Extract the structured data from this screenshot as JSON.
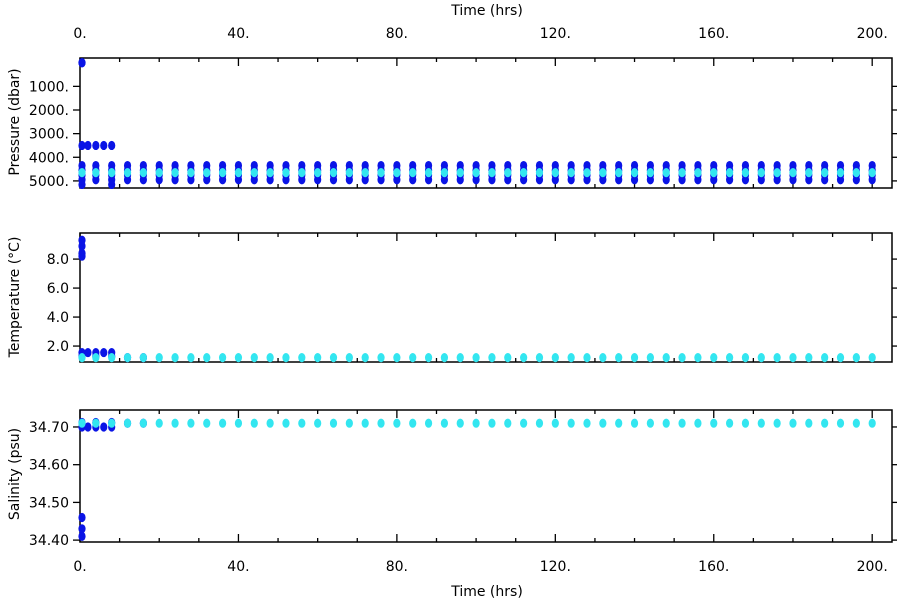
{
  "figure": {
    "top_axis_label": "Time (hrs)",
    "bottom_axis_label": "Time (hrs)"
  },
  "colors": {
    "dark_series": "#0a14e6",
    "light_series": "#33e6f0",
    "axes": "#000000",
    "background": "#ffffff"
  },
  "chart_data": [
    {
      "type": "scatter",
      "panel": "pressure",
      "title": "",
      "xlabel": "Time (hrs)",
      "ylabel": "Pressure (dbar)",
      "xlim": [
        0,
        205
      ],
      "xticks": [
        0,
        40,
        80,
        120,
        160,
        200
      ],
      "xtick_labels": [
        "0.",
        "40.",
        "80.",
        "120.",
        "160.",
        "200."
      ],
      "ylim": [
        5300,
        -200
      ],
      "y_inverted": true,
      "yticks": [
        1000,
        2000,
        3000,
        4000,
        5000
      ],
      "ytick_labels": [
        "1000.",
        "2000.",
        "3000.",
        "4000.",
        "5000."
      ],
      "grid": false,
      "series": [
        {
          "color": "dark",
          "points": [
            {
              "x": 0,
              "y": 0
            },
            {
              "x": 0.5,
              "y": 0
            },
            {
              "x": 0,
              "y": 3500
            },
            {
              "x": 2,
              "y": 3500
            },
            {
              "x": 4,
              "y": 3500
            },
            {
              "x": 6,
              "y": 3500
            },
            {
              "x": 8,
              "y": 3500
            },
            {
              "x": 0,
              "y": 5150
            },
            {
              "x": 8,
              "y": 5150
            }
          ],
          "repeating_columns": {
            "x_start": 0,
            "x_end": 200,
            "x_step": 4,
            "y_values": [
              4350,
              4550,
              4750,
              4950
            ]
          }
        },
        {
          "color": "light",
          "repeating_columns": {
            "x_start": 0,
            "x_end": 200,
            "x_step": 4,
            "y_values": [
              4650
            ]
          }
        }
      ]
    },
    {
      "type": "scatter",
      "panel": "temperature",
      "title": "",
      "xlabel": "",
      "ylabel": "Temperature (°C)",
      "xlim": [
        0,
        205
      ],
      "xticks": [
        0,
        40,
        80,
        120,
        160,
        200
      ],
      "ylim": [
        0.9,
        9.8
      ],
      "yticks": [
        2,
        4,
        6,
        8
      ],
      "ytick_labels": [
        "2.0",
        "4.0",
        "6.0",
        "8.0"
      ],
      "grid": false,
      "series": [
        {
          "color": "dark",
          "points": [
            {
              "x": 0,
              "y": 9.3
            },
            {
              "x": 0.3,
              "y": 8.9
            },
            {
              "x": 0.5,
              "y": 8.4
            },
            {
              "x": 0,
              "y": 8.2
            },
            {
              "x": 0,
              "y": 1.55
            },
            {
              "x": 2,
              "y": 1.55
            },
            {
              "x": 4,
              "y": 1.55
            },
            {
              "x": 6,
              "y": 1.55
            },
            {
              "x": 8,
              "y": 1.55
            },
            {
              "x": 0,
              "y": 1.3
            },
            {
              "x": 4,
              "y": 1.3
            },
            {
              "x": 8,
              "y": 1.3
            },
            {
              "x": 12,
              "y": 1.2
            },
            {
              "x": 16,
              "y": 1.2
            }
          ]
        },
        {
          "color": "light",
          "repeating_columns": {
            "x_start": 0,
            "x_end": 200,
            "x_step": 4,
            "y_values": [
              1.2
            ]
          }
        }
      ]
    },
    {
      "type": "scatter",
      "panel": "salinity",
      "title": "",
      "xlabel": "Time (hrs)",
      "ylabel": "Salinity (psu)",
      "xlim": [
        0,
        205
      ],
      "xticks": [
        0,
        40,
        80,
        120,
        160,
        200
      ],
      "xtick_labels": [
        "0.",
        "40.",
        "80.",
        "120.",
        "160.",
        "200."
      ],
      "ylim": [
        34.395,
        34.745
      ],
      "yticks": [
        34.4,
        34.5,
        34.6,
        34.7
      ],
      "ytick_labels": [
        "34.40",
        "34.50",
        "34.60",
        "34.70"
      ],
      "grid": false,
      "series": [
        {
          "color": "dark",
          "points": [
            {
              "x": 0,
              "y": 34.46
            },
            {
              "x": 0,
              "y": 34.43
            },
            {
              "x": 0.3,
              "y": 34.41
            },
            {
              "x": 0,
              "y": 34.7
            },
            {
              "x": 2,
              "y": 34.7
            },
            {
              "x": 4,
              "y": 34.7
            },
            {
              "x": 6,
              "y": 34.7
            },
            {
              "x": 8,
              "y": 34.7
            },
            {
              "x": 0,
              "y": 34.712
            },
            {
              "x": 4,
              "y": 34.712
            },
            {
              "x": 8,
              "y": 34.712
            },
            {
              "x": 12,
              "y": 34.71
            },
            {
              "x": 16,
              "y": 34.71
            }
          ]
        },
        {
          "color": "light",
          "repeating_columns": {
            "x_start": 0,
            "x_end": 200,
            "x_step": 4,
            "y_values": [
              34.71
            ]
          }
        }
      ]
    }
  ]
}
